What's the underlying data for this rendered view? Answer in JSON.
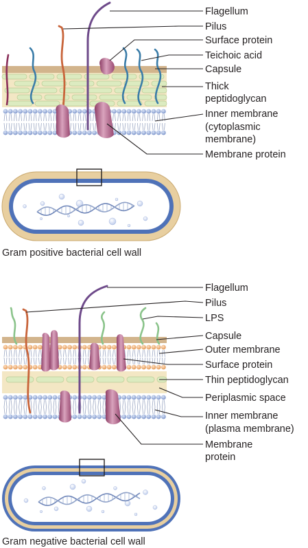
{
  "gram_positive": {
    "caption": "Gram positive bacterial cell wall",
    "labels": {
      "flagellum": "Flagellum",
      "pilus": "Pilus",
      "surface_protein": "Surface protein",
      "teichoic_acid": "Teichoic acid",
      "capsule": "Capsule",
      "thick_pg_1": "Thick",
      "thick_pg_2": "peptidoglycan",
      "inner_membrane_1": "Inner membrane",
      "inner_membrane_2": "(cytoplasmic",
      "inner_membrane_3": "membrane)",
      "membrane_protein": "Membrane protein"
    }
  },
  "gram_negative": {
    "caption": "Gram negative bacterial cell wall",
    "labels": {
      "flagellum": "Flagellum",
      "pilus": "Pilus",
      "lps": "LPS",
      "capsule": "Capsule",
      "outer_membrane": "Outer membrane",
      "surface_protein": "Surface protein",
      "thin_pg": "Thin peptidoglycan",
      "periplasmic_space": "Periplasmic space",
      "inner_membrane_1": "Inner membrane",
      "inner_membrane_2": "(plasma membrane)",
      "membrane_protein_1": "Membrane",
      "membrane_protein_2": "protein"
    }
  },
  "colors": {
    "capsule": "#d2b48c",
    "peptidoglycan_fill": "#f3e7c4",
    "pg_block": "#dcebc0",
    "lipid_head": "#8fa6d6",
    "outer_head": "#eeaa6e",
    "membrane_protein": "#b86d8e",
    "flagellum": "#6e4a8a",
    "pilus": "#c8643a",
    "teichoic": "#3a7ca8",
    "lps": "#8ac38a",
    "cell_outer": "#e8cfa0",
    "cell_blue": "#4f72b8"
  }
}
